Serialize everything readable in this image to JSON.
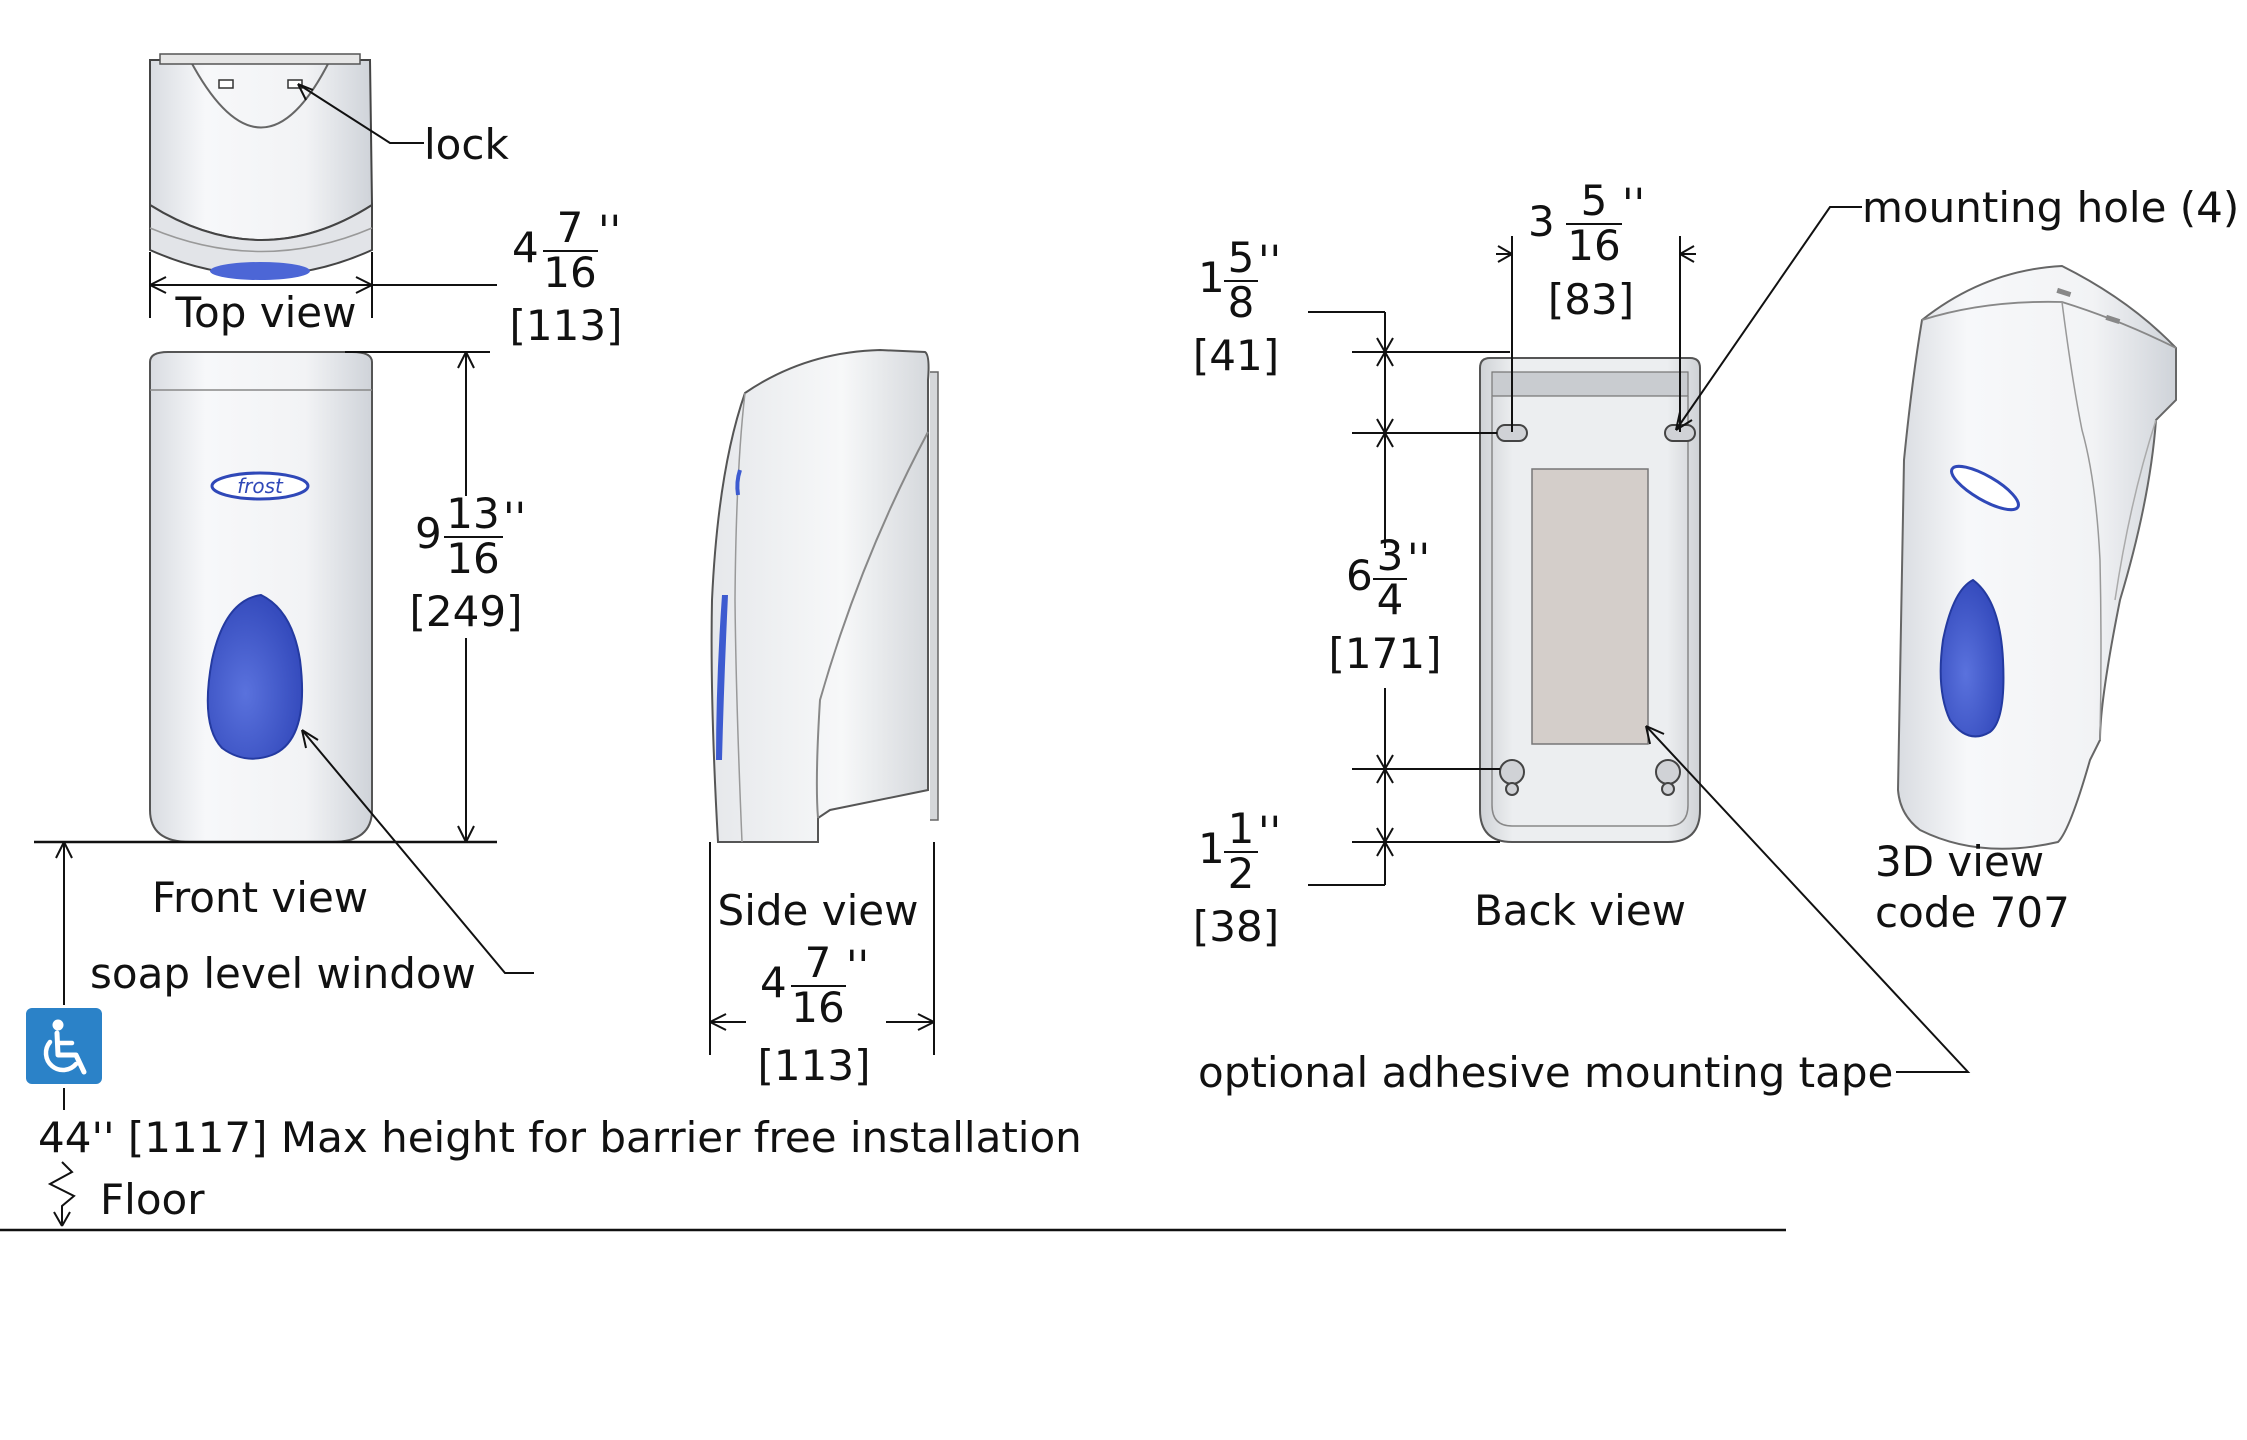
{
  "views": {
    "top": "Top view",
    "front": "Front view",
    "side": "Side view",
    "back": "Back view",
    "iso": "3D view",
    "code": "code 707"
  },
  "callouts": {
    "lock": "lock",
    "soap_window": "soap level window",
    "mounting_hole": "mounting hole (4)",
    "tape": "optional adhesive mounting tape"
  },
  "brand": "frost",
  "install": {
    "height_note": "44'' [1117] Max height for barrier free installation",
    "floor": "Floor"
  },
  "dimensions": {
    "top_width": {
      "whole": "4",
      "num": "7",
      "den": "16",
      "unit": "''",
      "mm": "[113]"
    },
    "front_height": {
      "whole": "9",
      "num": "13",
      "den": "16",
      "unit": "''",
      "mm": "[249]"
    },
    "side_depth": {
      "whole": "4",
      "num": "7",
      "den": "16",
      "unit": "''",
      "mm": "[113]"
    },
    "hole_spacing": {
      "whole": "3",
      "num": "5",
      "den": "16",
      "unit": "''",
      "mm": "[83]"
    },
    "top_offset": {
      "whole": "1",
      "num": "5",
      "den": "8",
      "unit": "''",
      "mm": "[41]"
    },
    "hole_vertical": {
      "whole": "6",
      "num": "3",
      "den": "4",
      "unit": "''",
      "mm": "[171]"
    },
    "bottom_offset": {
      "whole": "1",
      "num": "1",
      "den": "2",
      "unit": "''",
      "mm": "[38]"
    }
  },
  "colors": {
    "accent_blue": "#3d5bd0",
    "body_white": "#f2f3f5",
    "tape_gray": "#d4ceca",
    "access_blue": "#2b82c8"
  },
  "icons": [
    "wheelchair-icon"
  ]
}
